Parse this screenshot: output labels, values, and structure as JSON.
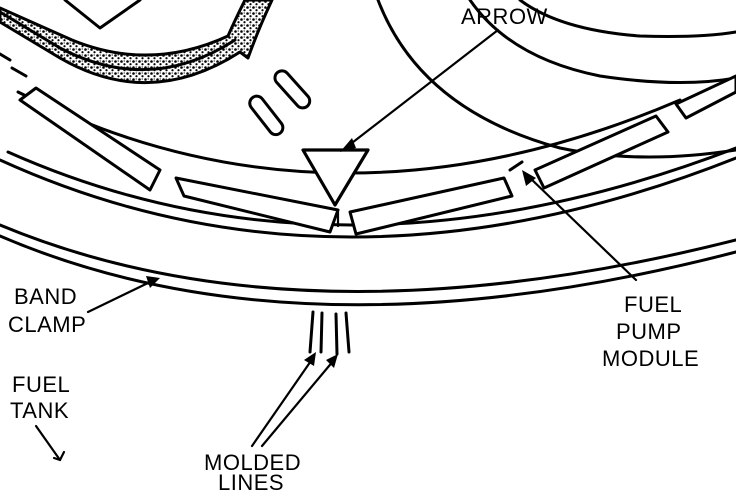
{
  "labels": {
    "arrow": "ARROW",
    "band_clamp": [
      "BAND",
      "CLAMP"
    ],
    "fuel_pump_module": [
      "FUEL",
      "PUMP",
      "MODULE"
    ],
    "fuel_tank": [
      "FUEL",
      "TANK"
    ],
    "molded_lines": [
      "MOLDED",
      "LINES"
    ]
  },
  "colors": {
    "ink": "#000000",
    "paper": "#ffffff"
  }
}
